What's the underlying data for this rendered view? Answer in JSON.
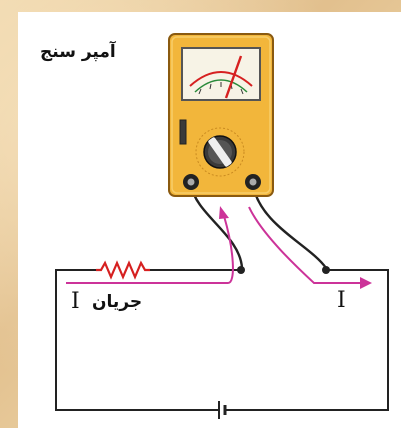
{
  "title": "آمپر سنج",
  "current_label": "جریان",
  "current_symbol": "I",
  "colors": {
    "meter_body": "#f2b63b",
    "meter_border": "#8a5a10",
    "wire": "#222222",
    "current_arrow": "#cc3399",
    "resistor": "#d62020",
    "needle": "#d62020",
    "scale_red": "#d62020",
    "scale_green": "#2a8a3a",
    "background": "#e8cfa1"
  }
}
